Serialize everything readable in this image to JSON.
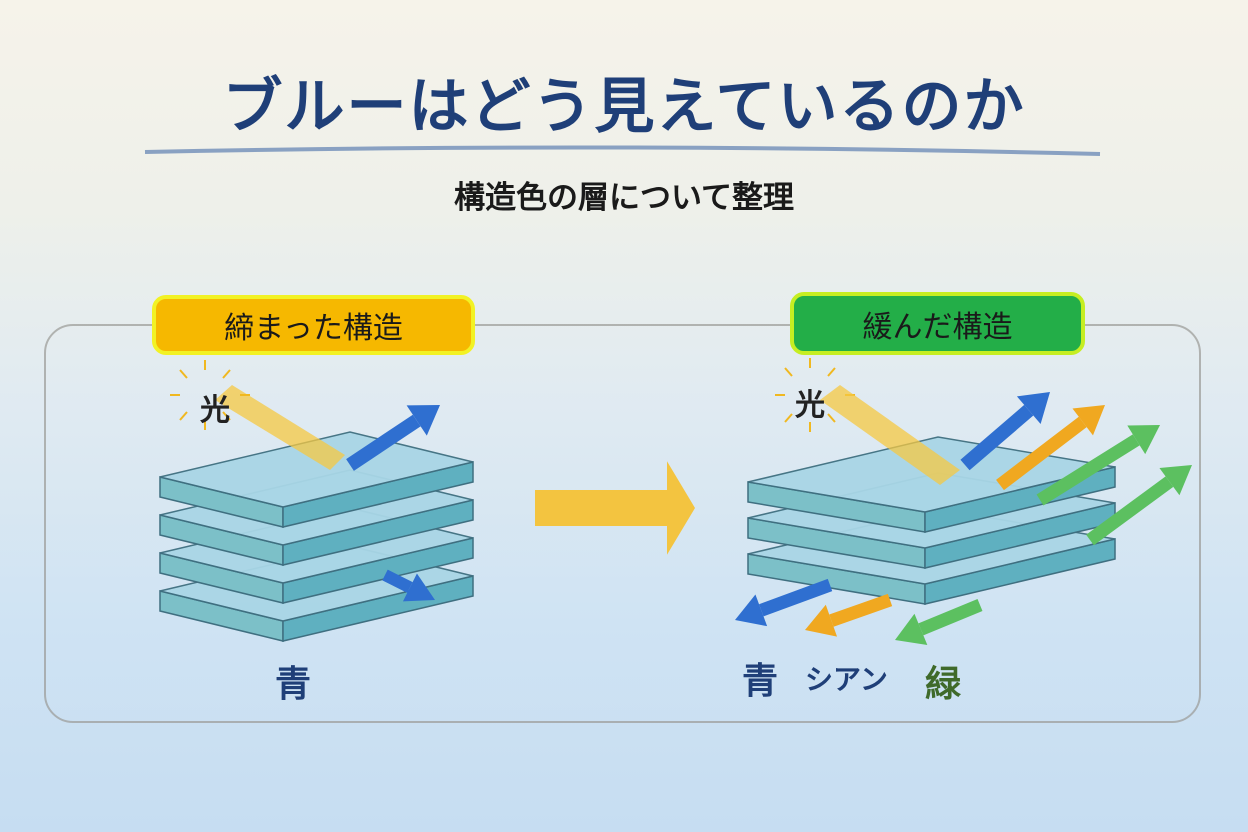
{
  "title": "ブルーはどう見えているのか",
  "subtitle": "構造色の層について整理",
  "left_panel": {
    "label": "締まった構造",
    "light": "光",
    "color_label": "青"
  },
  "right_panel": {
    "label": "緩んだ構造",
    "light": "光",
    "color_labels": [
      "青",
      "シアン",
      "緑"
    ]
  },
  "colors": {
    "title": "#1f3f78",
    "blue": "#2f6fd0",
    "orange": "#f0a820",
    "green": "#5cc060",
    "tight_label": "#f6b800",
    "loose_label": "#23ae48"
  }
}
